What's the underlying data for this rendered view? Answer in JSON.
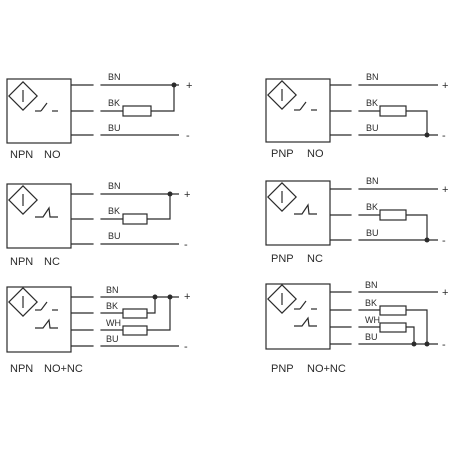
{
  "panels": [
    {
      "id": "npn-no",
      "type_label": "NPN",
      "mode_label": "NO",
      "wires": [
        {
          "label": "BN"
        },
        {
          "label": "BK"
        },
        {
          "label": "BU"
        }
      ],
      "polarity": [
        "+",
        "-"
      ]
    },
    {
      "id": "npn-nc",
      "type_label": "NPN",
      "mode_label": "NC",
      "wires": [
        {
          "label": "BN"
        },
        {
          "label": "BK"
        },
        {
          "label": "BU"
        }
      ],
      "polarity": [
        "+",
        "-"
      ]
    },
    {
      "id": "npn-no-nc",
      "type_label": "NPN",
      "mode_label": "NO+NC",
      "wires": [
        {
          "label": "BN"
        },
        {
          "label": "BK"
        },
        {
          "label": "WH"
        },
        {
          "label": "BU"
        }
      ],
      "polarity": [
        "+",
        "-"
      ]
    },
    {
      "id": "pnp-no",
      "type_label": "PNP",
      "mode_label": "NO",
      "wires": [
        {
          "label": "BN"
        },
        {
          "label": "BK"
        },
        {
          "label": "BU"
        }
      ],
      "polarity": [
        "+",
        "-"
      ]
    },
    {
      "id": "pnp-nc",
      "type_label": "PNP",
      "mode_label": "NC",
      "wires": [
        {
          "label": "BN"
        },
        {
          "label": "BK"
        },
        {
          "label": "BU"
        }
      ],
      "polarity": [
        "+",
        "-"
      ]
    },
    {
      "id": "pnp-no-nc",
      "type_label": "PNP",
      "mode_label": "NO+NC",
      "wires": [
        {
          "label": "BN"
        },
        {
          "label": "BK"
        },
        {
          "label": "WH"
        },
        {
          "label": "BU"
        }
      ],
      "polarity": [
        "+",
        "-"
      ]
    }
  ],
  "colors": {
    "line": "#2b2b2b",
    "background": "#ffffff"
  }
}
